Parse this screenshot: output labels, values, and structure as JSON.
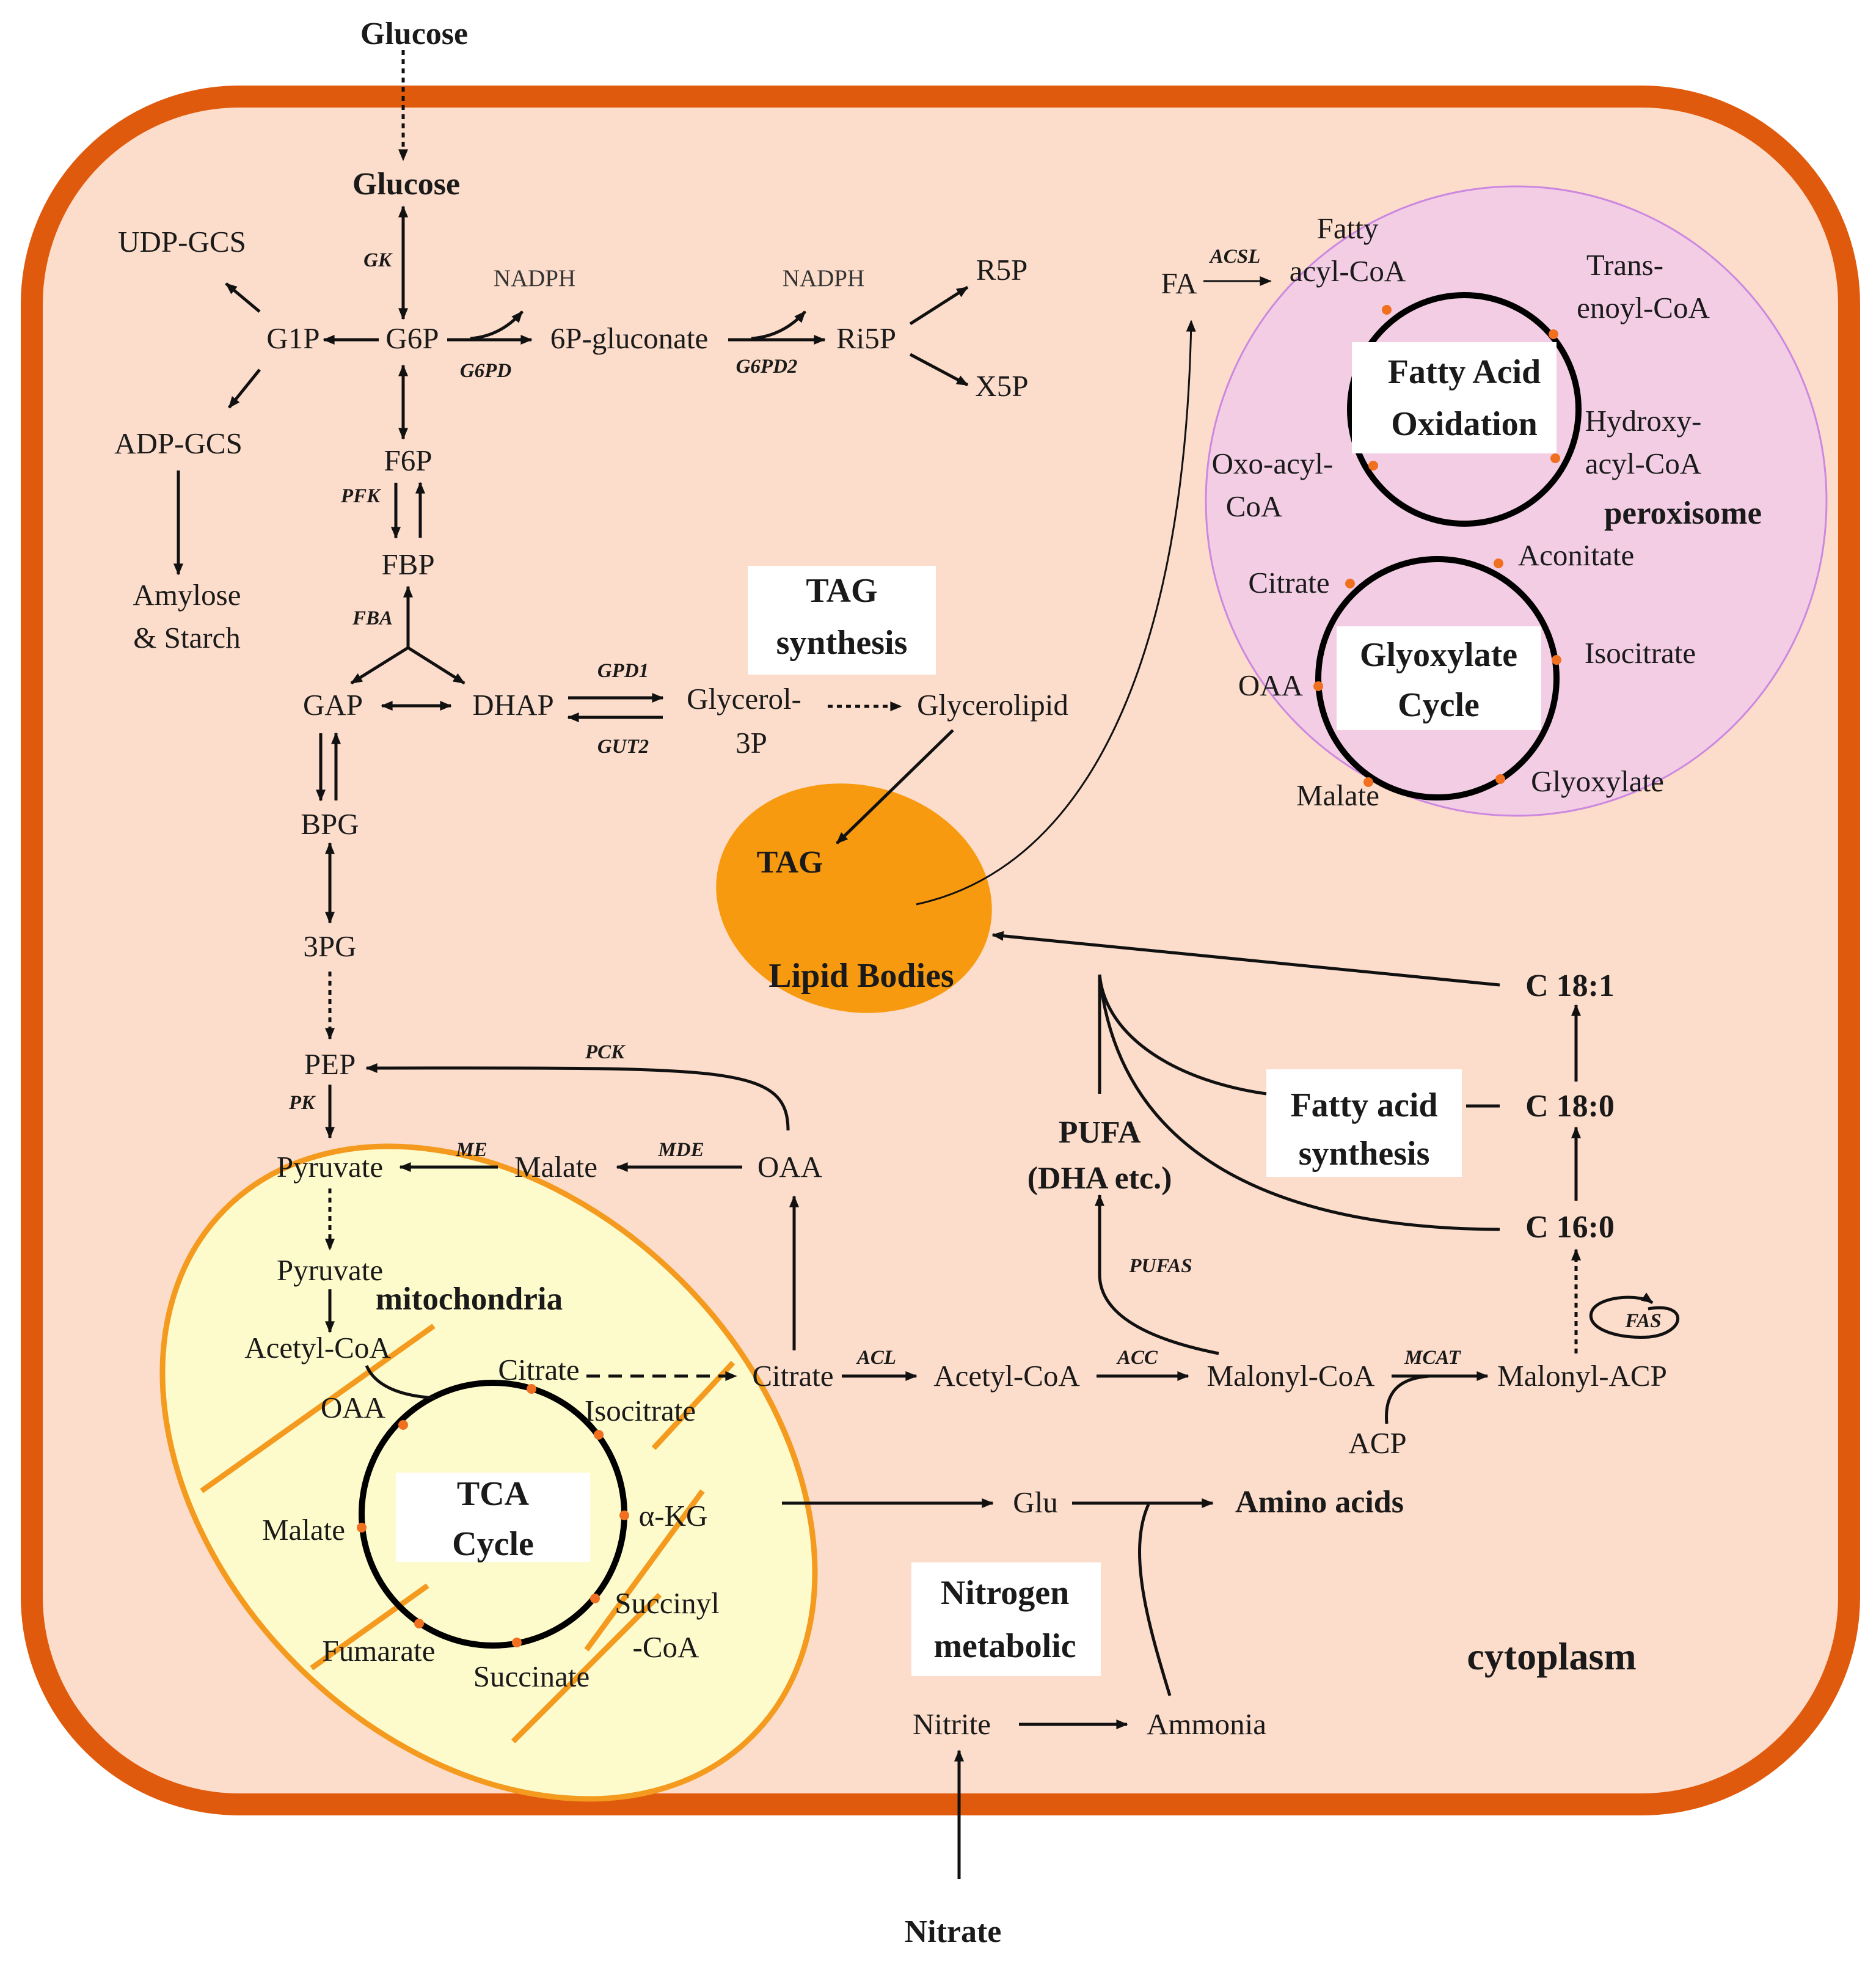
{
  "colors": {
    "cell_membrane": "#e05a0d",
    "cytoplasm_fill": "#fcdcca",
    "peroxisome_fill": "#f2cde4",
    "peroxisome_stroke": "#cc88e0",
    "mitochondria_fill": "#fdfbcb",
    "mitochondria_stroke": "#f49a1e",
    "lipid_body_fill": "#f89a10",
    "arrow": "#111111",
    "node_dot": "#f07020"
  },
  "external": {
    "glucose": "Glucose",
    "nitrate": "Nitrate"
  },
  "compartments": {
    "cytoplasm": "cytoplasm",
    "peroxisome": "peroxisome",
    "mitochondria": "mitochondria",
    "lipid_bodies": "Lipid Bodies"
  },
  "glycolysis": {
    "glucose_in": "Glucose",
    "udp_gcs": "UDP-GCS",
    "g1p": "G1P",
    "g6p": "G6P",
    "nadph_1": "NADPH",
    "gluconate": "6P-gluconate",
    "nadph_2": "NADPH",
    "ri5p": "Ri5P",
    "r5p": "R5P",
    "x5p": "X5P",
    "adp_gcs": "ADP-GCS",
    "amylose": "Amylose",
    "starch": "& Starch",
    "f6p": "F6P",
    "fbp": "FBP",
    "gap": "GAP",
    "dhap": "DHAP",
    "bpg": "BPG",
    "pg3": "3PG",
    "pep": "PEP",
    "pyruvate": "Pyruvate",
    "malate": "Malate",
    "oaa": "OAA"
  },
  "enzymes": {
    "gk": "GK",
    "g6pd": "G6PD",
    "g6pd2": "G6PD2",
    "pfk": "PFK",
    "fba": "FBA",
    "gpd1": "GPD1",
    "gut2": "GUT2",
    "pck": "PCK",
    "pk": "PK",
    "me": "ME",
    "mde": "MDE",
    "acsl": "ACSL",
    "acl": "ACL",
    "acc": "ACC",
    "mcat": "MCAT",
    "pufas": "PUFAS",
    "fas": "FAS"
  },
  "tag": {
    "box_line1": "TAG",
    "box_line2": "synthesis",
    "glycerol_line1": "Glycerol-",
    "glycerol_line2": "3P",
    "glycerolipid": "Glycerolipid",
    "tag": "TAG"
  },
  "fatty_acid_oxidation": {
    "title_line1": "Fatty Acid",
    "title_line2": "Oxidation",
    "fa": "FA",
    "fatty_line1": "Fatty",
    "fatty_line2": "acyl-CoA",
    "trans_line1": "Trans-",
    "trans_line2": "enoyl-CoA",
    "hydroxy_line1": "Hydroxy-",
    "hydroxy_line2": "acyl-CoA",
    "oxo_line1": "Oxo-acyl-",
    "oxo_line2": "CoA"
  },
  "glyoxylate_cycle": {
    "title_line1": "Glyoxylate",
    "title_line2": "Cycle",
    "citrate": "Citrate",
    "aconitate": "Aconitate",
    "isocitrate": "Isocitrate",
    "glyoxylate": "Glyoxylate",
    "malate": "Malate",
    "oaa": "OAA"
  },
  "tca_cycle": {
    "title_line1": "TCA",
    "title_line2": "Cycle",
    "pyruvate": "Pyruvate",
    "acetyl_coa": "Acetyl-CoA",
    "citrate": "Citrate",
    "isocitrate": "Isocitrate",
    "akg": "α-KG",
    "succinyl_line1": "Succinyl",
    "succinyl_line2": "-CoA",
    "succinate": "Succinate",
    "fumarate": "Fumarate",
    "malate": "Malate",
    "oaa": "OAA"
  },
  "fatty_acid_synthesis": {
    "box_line1": "Fatty acid",
    "box_line2": "synthesis",
    "citrate": "Citrate",
    "acetyl_coa": "Acetyl-CoA",
    "malonyl_coa": "Malonyl-CoA",
    "malonyl_acp": "Malonyl-ACP",
    "acp": "ACP",
    "c160": "C 16:0",
    "c180": "C 18:0",
    "c181": "C 18:1",
    "pufa_line1": "PUFA",
    "pufa_line2": "(DHA etc.)"
  },
  "nitrogen": {
    "box_line1": "Nitrogen",
    "box_line2": "metabolic",
    "glu": "Glu",
    "amino_acids": "Amino acids",
    "nitrite": "Nitrite",
    "ammonia": "Ammonia"
  }
}
